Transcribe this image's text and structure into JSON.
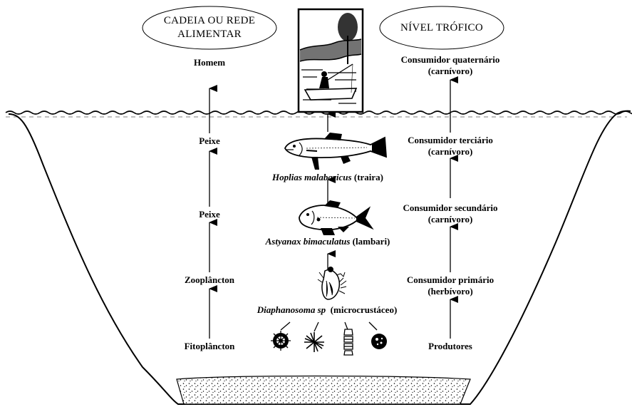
{
  "headers": {
    "food_chain": [
      "CADEIA OU REDE",
      "ALIMENTAR"
    ],
    "trophic_level": "NÍVEL TRÓFICO"
  },
  "food_chain": [
    "Homem",
    "Peixe",
    "Peixe",
    "Zooplâncton",
    "Fitoplâncton"
  ],
  "organisms": {
    "fish_top": {
      "name": "Hoplias malabaricus",
      "common": "(traira)"
    },
    "fish_mid": {
      "name": "Astyanax bimaculatus",
      "common": "(lambari)"
    },
    "zooplankton": {
      "name": "Diaphanosoma sp",
      "common": "(microcrustáceo)"
    }
  },
  "trophic_levels": [
    {
      "level": "Consumidor quaternário",
      "role": "(carnívoro)"
    },
    {
      "level": "Consumidor terciário",
      "role": "(carnívoro)"
    },
    {
      "level": "Consumidor secundário",
      "role": "(carnívoro)"
    },
    {
      "level": "Consumidor primário",
      "role": "(herbívoro)"
    },
    {
      "level": "Produtores",
      "role": ""
    }
  ]
}
